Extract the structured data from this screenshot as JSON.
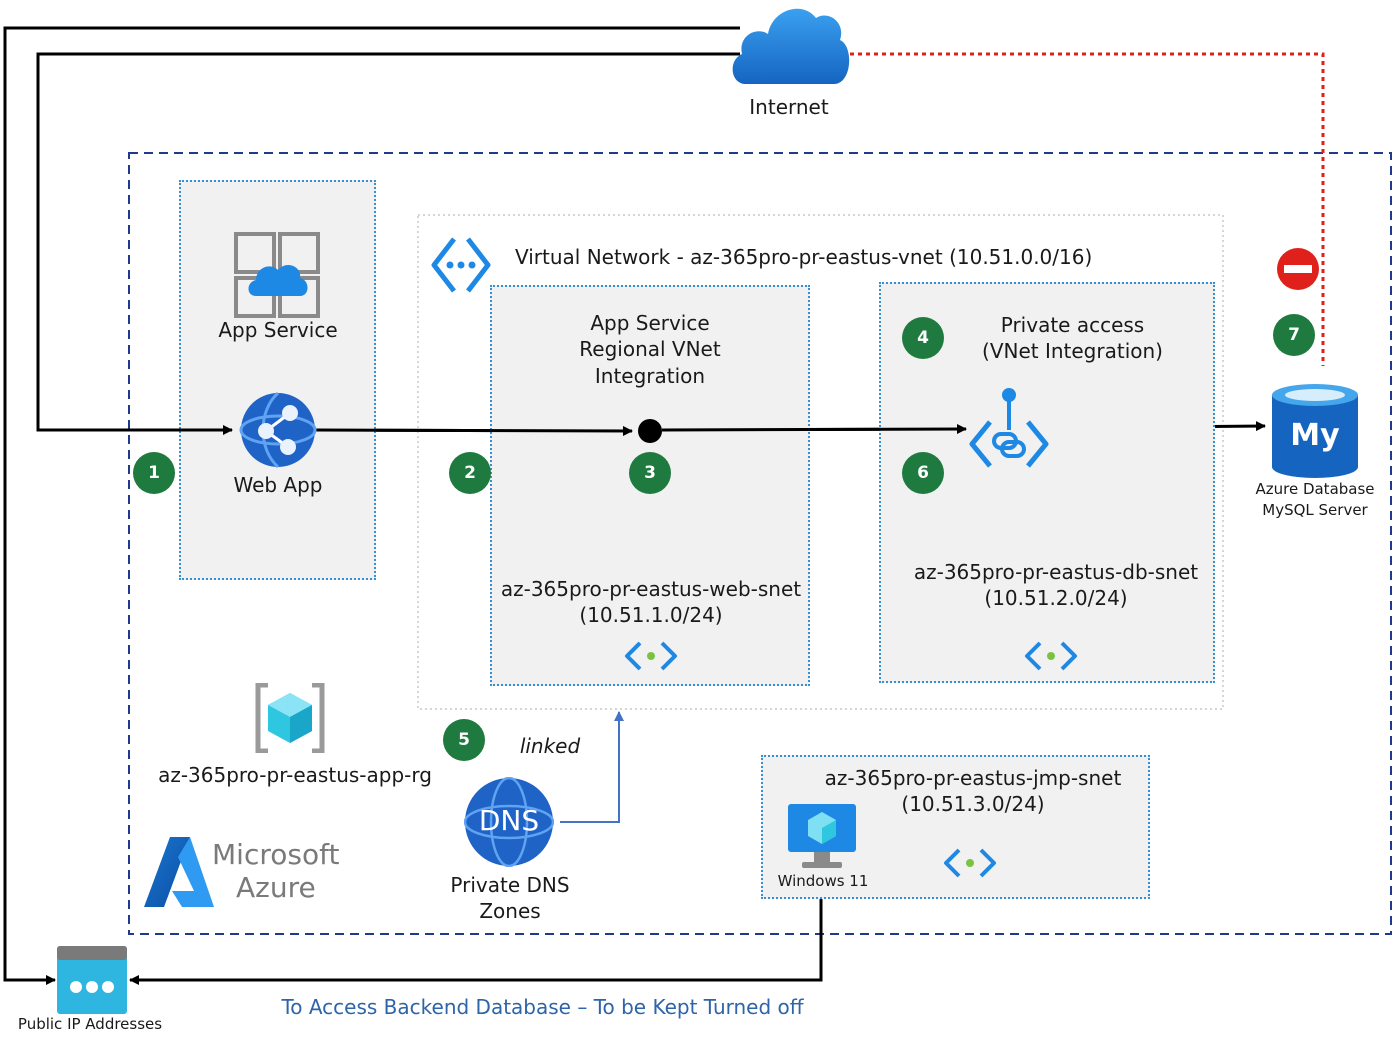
{
  "internet": {
    "label": "Internet"
  },
  "app_service": {
    "label": "App Service"
  },
  "web_app": {
    "label": "Web App"
  },
  "vnet": {
    "title": "Virtual Network - az-365pro-pr-eastus-vnet (10.51.0.0/16)"
  },
  "web_subnet": {
    "title": [
      "App Service",
      "Regional VNet",
      "Integration"
    ],
    "name": "az-365pro-pr-eastus-web-snet",
    "cidr": "(10.51.1.0/24)"
  },
  "db_subnet": {
    "title": [
      "Private access",
      "(VNet Integration)"
    ],
    "name": "az-365pro-pr-eastus-db-snet",
    "cidr": "(10.51.2.0/24)"
  },
  "mysql": {
    "label": [
      "Azure Database",
      "MySQL Server"
    ],
    "glyph": "My"
  },
  "resource_group": {
    "label": "az-365pro-pr-eastus-app-rg"
  },
  "dns": {
    "glyph": "DNS",
    "label": [
      "Private DNS",
      "Zones"
    ],
    "link_label": "linked"
  },
  "jump_subnet": {
    "name": "az-365pro-pr-eastus-jmp-snet",
    "cidr": "(10.51.3.0/24)",
    "vm_label": "Windows 11"
  },
  "brand": {
    "line1": "Microsoft",
    "line2": "Azure"
  },
  "public_ip": {
    "label": "Public IP Addresses"
  },
  "footer_note": "To Access Backend Database – To be Kept Turned off",
  "badges": [
    "1",
    "2",
    "3",
    "4",
    "5",
    "6",
    "7"
  ],
  "colors": {
    "flow_line": "#000000",
    "blocked_line": "#e0201b",
    "badge": "#1e7a3e",
    "azure_blue": "#0f6cbd",
    "dns_link": "#4472c4",
    "note_text": "#2e64a8"
  }
}
